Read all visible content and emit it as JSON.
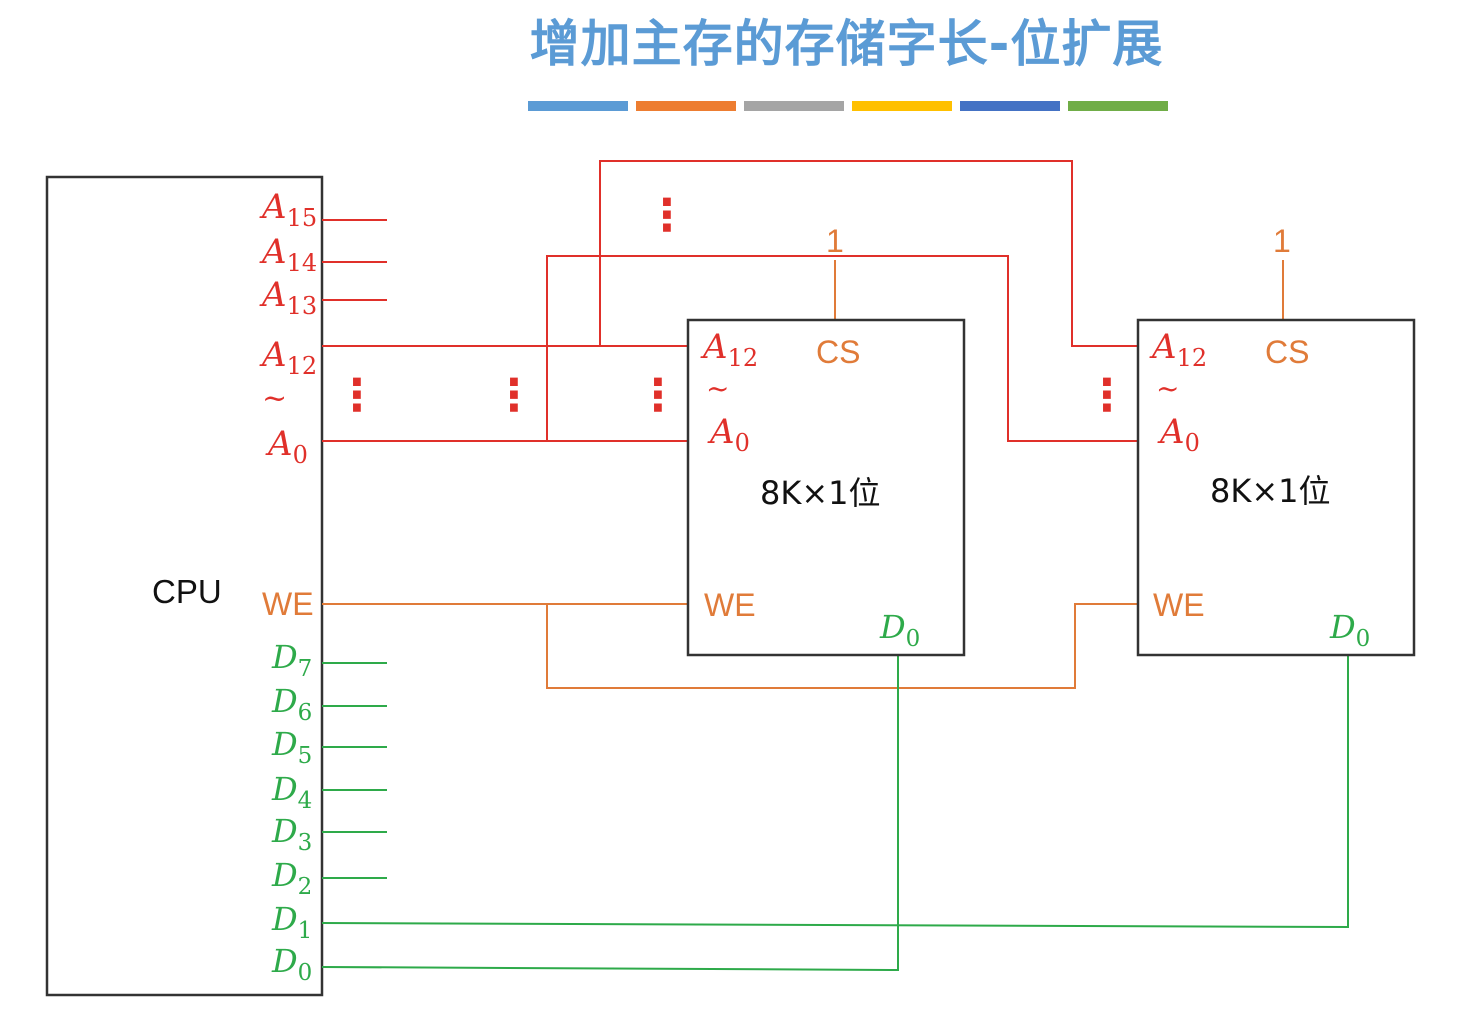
{
  "title": "增加主存的存储字长-位扩展",
  "colors": {
    "address": "#e0302a",
    "we": "#e07b39",
    "data": "#2eaa4a",
    "box": "#333333",
    "title": "#5b9bd5",
    "stripe": [
      "#5b9bd5",
      "#ed7d31",
      "#a5a5a5",
      "#ffc000",
      "#4472c4",
      "#70ad47"
    ]
  },
  "cpu": {
    "label": "CPU",
    "address_pins": [
      {
        "base": "A",
        "sub": "15"
      },
      {
        "base": "A",
        "sub": "14"
      },
      {
        "base": "A",
        "sub": "13"
      },
      {
        "base": "A",
        "sub": "12"
      },
      {
        "base": "~",
        "sub": ""
      },
      {
        "base": "A",
        "sub": "0"
      }
    ],
    "we": "WE",
    "data_pins": [
      {
        "base": "D",
        "sub": "7"
      },
      {
        "base": "D",
        "sub": "6"
      },
      {
        "base": "D",
        "sub": "5"
      },
      {
        "base": "D",
        "sub": "4"
      },
      {
        "base": "D",
        "sub": "3"
      },
      {
        "base": "D",
        "sub": "2"
      },
      {
        "base": "D",
        "sub": "1"
      },
      {
        "base": "D",
        "sub": "0"
      }
    ]
  },
  "chips": [
    {
      "a_hi": "A",
      "a_hi_sub": "12",
      "tilde": "~",
      "a_lo": "A",
      "a_lo_sub": "0",
      "cs": "CS",
      "cs_value": "1",
      "label": "8K×1位",
      "we": "WE",
      "d": "D",
      "d_sub": "0"
    },
    {
      "a_hi": "A",
      "a_hi_sub": "12",
      "tilde": "~",
      "a_lo": "A",
      "a_lo_sub": "0",
      "cs": "CS",
      "cs_value": "1",
      "label": "8K×1位",
      "we": "WE",
      "d": "D",
      "d_sub": "0"
    }
  ],
  "dots": "⋮"
}
